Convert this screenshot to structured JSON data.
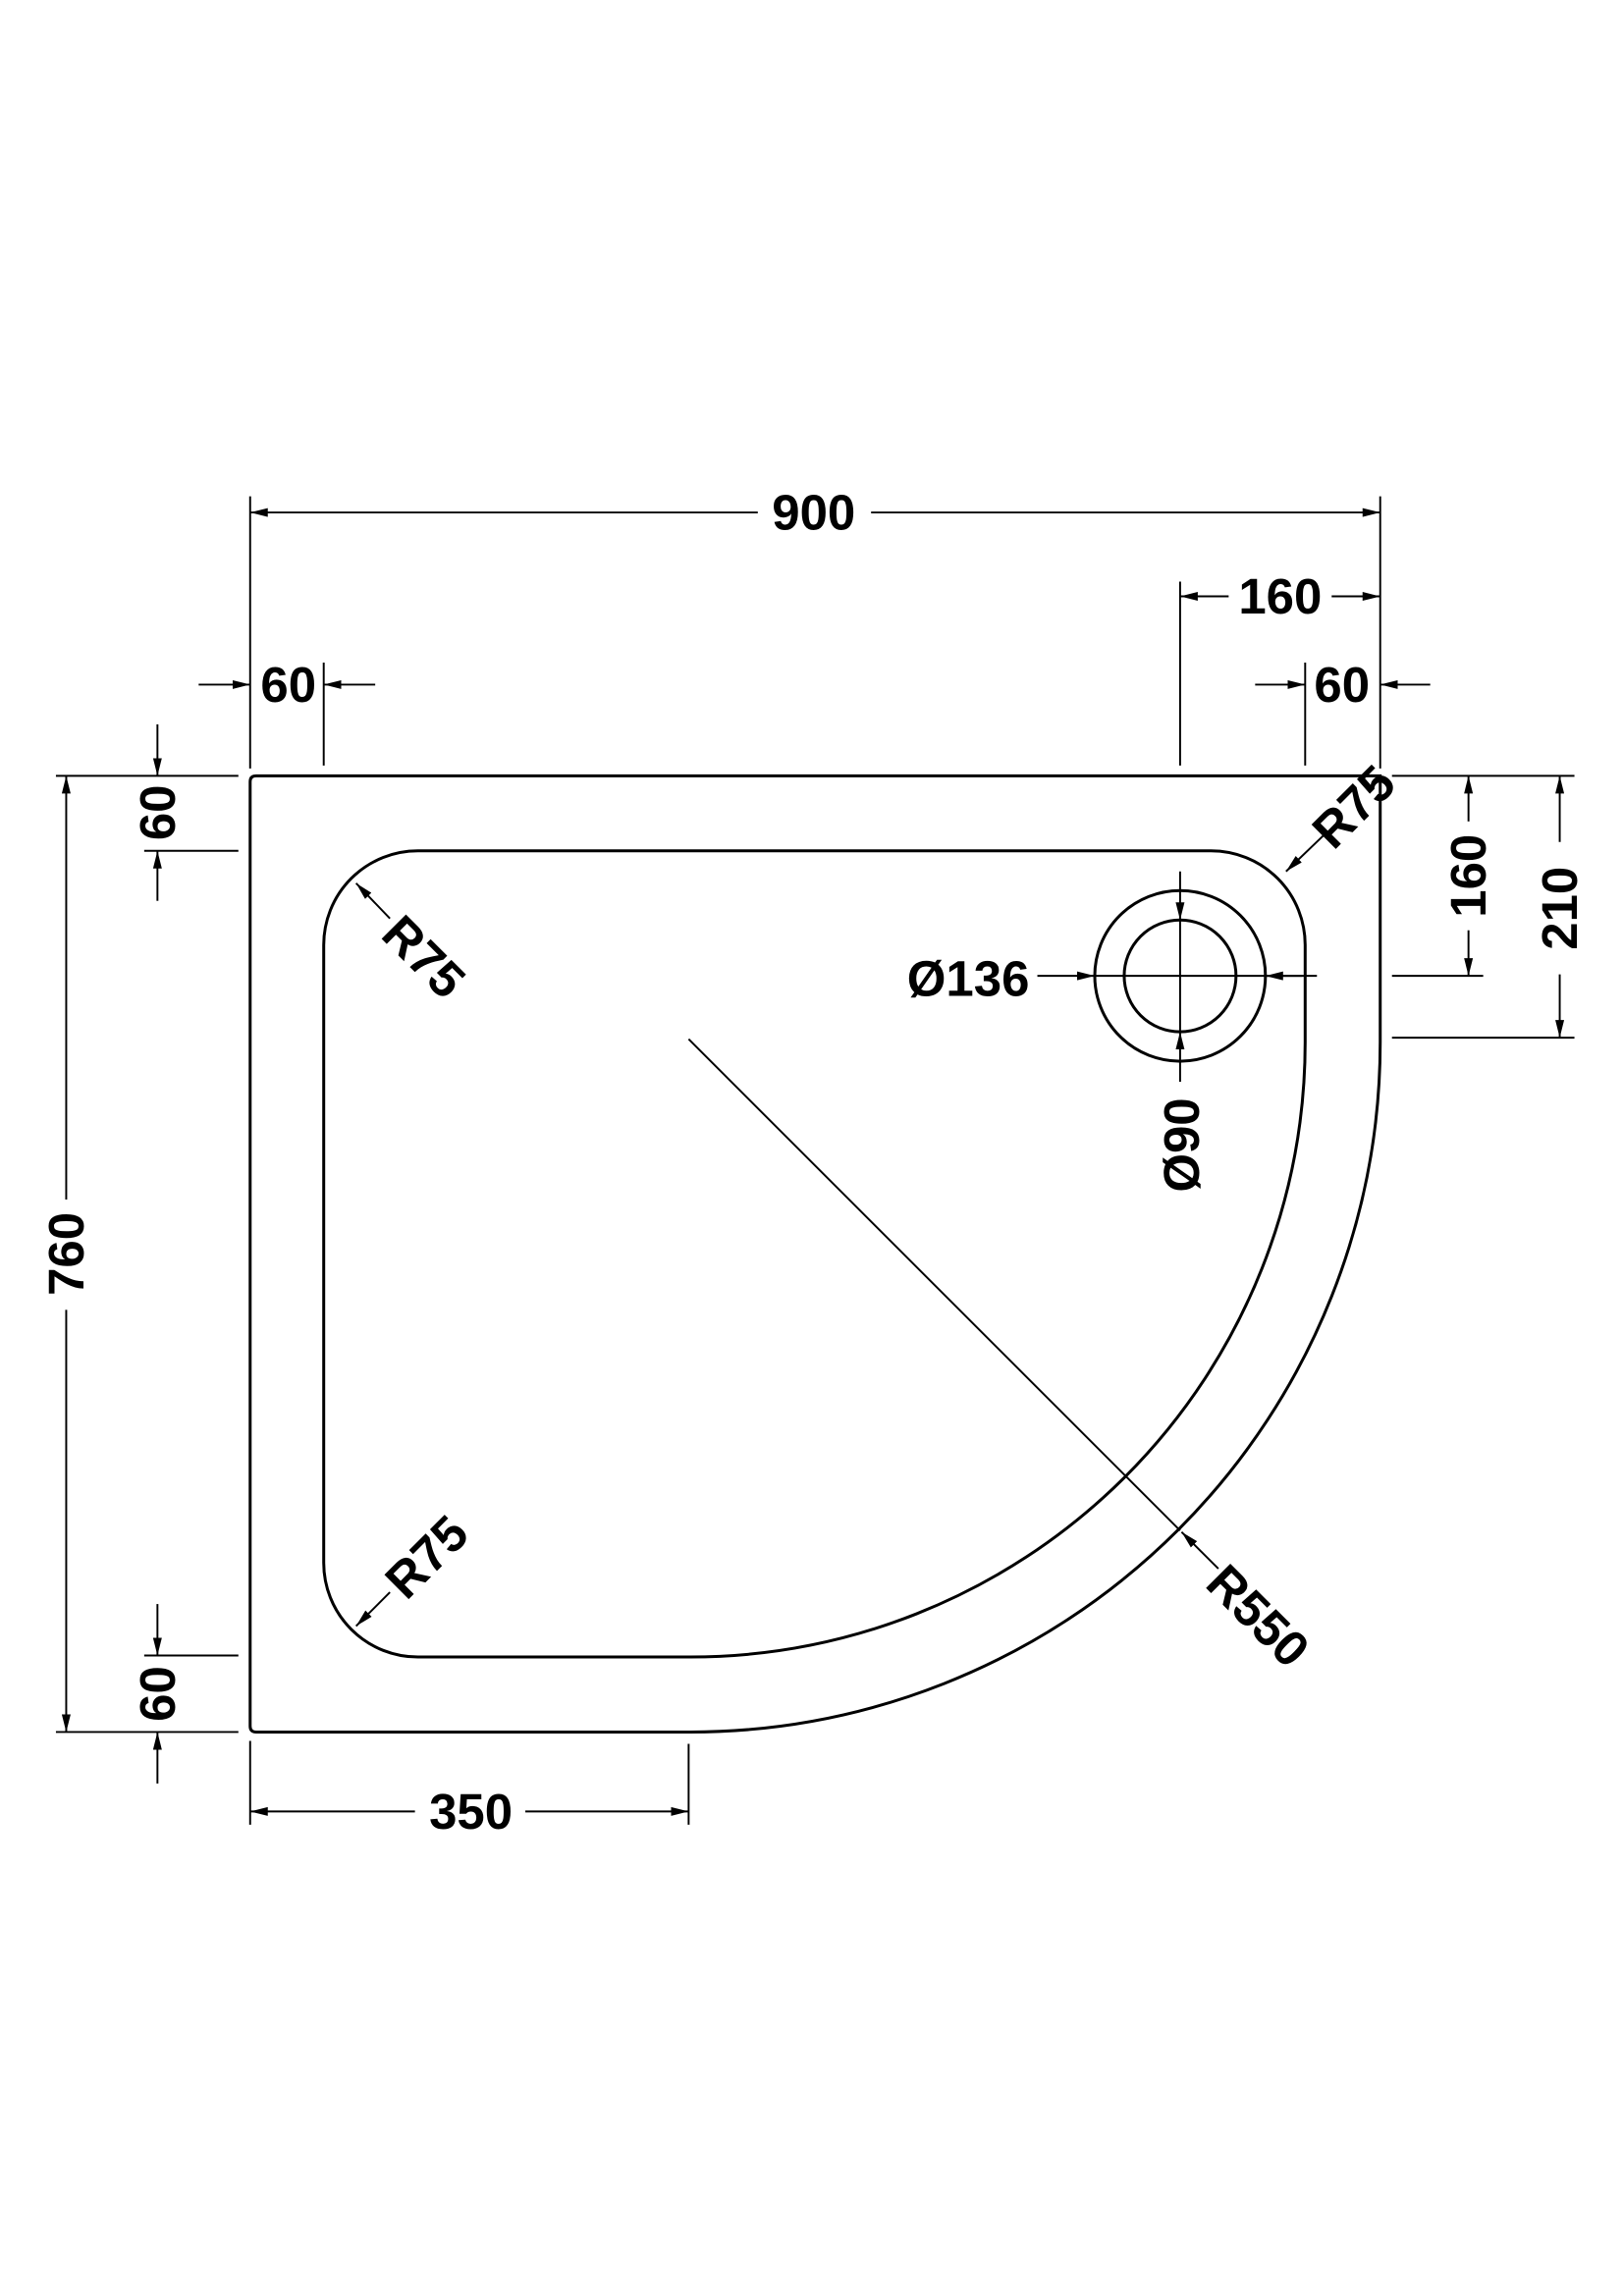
{
  "drawing": {
    "title": "Quadrant shower tray dimensions",
    "dimensions": {
      "overall_width": "900",
      "waste_offset_x": "160",
      "rim_left": "60",
      "rim_right": "60",
      "overall_depth": "760",
      "rim_top": "60",
      "rim_bottom": "60",
      "straight_bottom": "350",
      "waste_offset_y": "160",
      "straight_right": "210",
      "radius_top_right": "R75",
      "radius_top_left": "R75",
      "radius_bottom_left": "R75",
      "radius_curve": "R550",
      "waste_outer": "Ø136",
      "waste_inner": "Ø90"
    },
    "line_color": "#000000"
  }
}
